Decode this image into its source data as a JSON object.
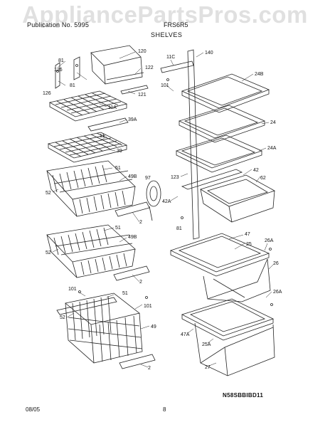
{
  "header": {
    "section": "Publication No. 5995",
    "model": "FRS6R5",
    "watermark": "AppliancePartsPros.com",
    "subtitle": "SHELVES"
  },
  "footer": {
    "date": "08/05",
    "page": "8",
    "code": "N58SBBIBD11"
  },
  "callouts": [
    {
      "id": "c120",
      "text": "120"
    },
    {
      "id": "c81a",
      "text": "81"
    },
    {
      "id": "c126a",
      "text": "126"
    },
    {
      "id": "c81b",
      "text": "81"
    },
    {
      "id": "c126b",
      "text": "126"
    },
    {
      "id": "c122",
      "text": "122"
    },
    {
      "id": "c121",
      "text": "121"
    },
    {
      "id": "c11a",
      "text": "11A"
    },
    {
      "id": "c39a",
      "text": "39A"
    },
    {
      "id": "c11",
      "text": "11"
    },
    {
      "id": "c39",
      "text": "39"
    },
    {
      "id": "c51a",
      "text": "51"
    },
    {
      "id": "c49ba",
      "text": "49B"
    },
    {
      "id": "c52a",
      "text": "52"
    },
    {
      "id": "c97",
      "text": "97"
    },
    {
      "id": "c2a",
      "text": "2"
    },
    {
      "id": "c51b",
      "text": "51"
    },
    {
      "id": "c49bb",
      "text": "49B"
    },
    {
      "id": "c52b",
      "text": "52"
    },
    {
      "id": "c2b",
      "text": "2"
    },
    {
      "id": "c101a",
      "text": "101"
    },
    {
      "id": "c51c",
      "text": "51"
    },
    {
      "id": "c52c",
      "text": "52"
    },
    {
      "id": "c101b",
      "text": "101"
    },
    {
      "id": "c49",
      "text": "49"
    },
    {
      "id": "c2c",
      "text": "2"
    },
    {
      "id": "c140",
      "text": "140"
    },
    {
      "id": "c11c",
      "text": "11C"
    },
    {
      "id": "c101c",
      "text": "101"
    },
    {
      "id": "c24b",
      "text": "24B"
    },
    {
      "id": "c24",
      "text": "24"
    },
    {
      "id": "c24a",
      "text": "24A"
    },
    {
      "id": "c123",
      "text": "123"
    },
    {
      "id": "c42",
      "text": "42"
    },
    {
      "id": "c62",
      "text": "62"
    },
    {
      "id": "c42a",
      "text": "42A"
    },
    {
      "id": "c81c",
      "text": "81"
    },
    {
      "id": "c47",
      "text": "47"
    },
    {
      "id": "c25",
      "text": "25"
    },
    {
      "id": "c26a1",
      "text": "26A"
    },
    {
      "id": "c26",
      "text": "26"
    },
    {
      "id": "c26a2",
      "text": "26A"
    },
    {
      "id": "c47a",
      "text": "47A"
    },
    {
      "id": "c25a",
      "text": "25A"
    },
    {
      "id": "c27",
      "text": "27"
    }
  ]
}
